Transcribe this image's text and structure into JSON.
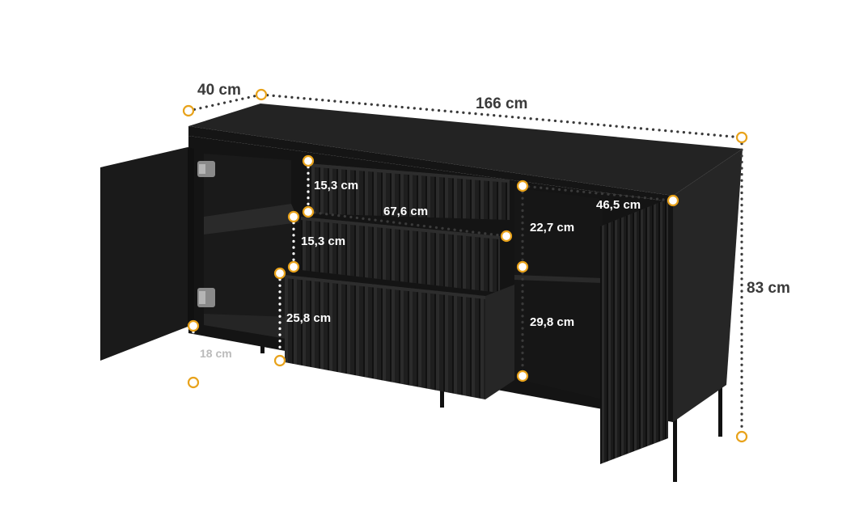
{
  "dimensions": {
    "depth": "40 cm",
    "width": "166 cm",
    "height": "83 cm",
    "drawer_top_height": "15,3 cm",
    "drawer_width": "67,6 cm",
    "drawer_middle_height": "15,3 cm",
    "drawer_bottom_height": "25,8 cm",
    "right_compartment_width": "46,5 cm",
    "right_upper_height": "22,7 cm",
    "right_lower_height": "29,8 cm",
    "leg_height": "18 cm"
  },
  "colors": {
    "furniture": "#1c1c1c",
    "marker": "#e8a21a",
    "dimension_text": "#3a3a3a"
  }
}
